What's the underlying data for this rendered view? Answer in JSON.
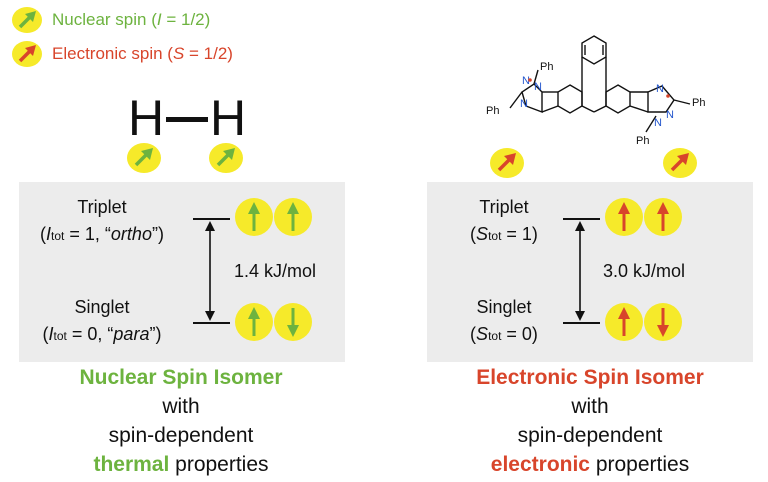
{
  "colors": {
    "green": "#6db33f",
    "red": "#d8452b",
    "yellow": "#f6ea2a",
    "panel": "#ececec"
  },
  "legend": {
    "nuclear_label": "Nuclear spin (",
    "nuclear_sym": "I",
    "nuclear_val": " = 1/2)",
    "electronic_label": "Electronic spin (",
    "electronic_sym": "S",
    "electronic_val": " = 1/2)"
  },
  "left": {
    "molecule_atom": "H",
    "triplet": {
      "name": "Triplet",
      "open": "(",
      "sym": "I",
      "subscript": "tot",
      "rest": " = 1, “",
      "tag": "ortho",
      "close": "”)"
    },
    "singlet": {
      "name": "Singlet",
      "open": "(",
      "sym": "I",
      "subscript": "tot",
      "rest": " = 0, “",
      "tag": "para",
      "close": "”)"
    },
    "gap": "1.4 kJ/mol",
    "caption": {
      "title": "Nuclear Spin Isomer",
      "line2": "with",
      "line3": "spin-dependent",
      "highlight": "thermal",
      "line4_rest": " properties"
    }
  },
  "right": {
    "molecule_labels": {
      "ph": "Ph",
      "n": "N"
    },
    "triplet": {
      "name": "Triplet",
      "open": "(",
      "sym": "S",
      "subscript": "tot",
      "rest": " = 1)"
    },
    "singlet": {
      "name": "Singlet",
      "open": "(",
      "sym": "S",
      "subscript": "tot",
      "rest": " = 0)"
    },
    "gap": "3.0 kJ/mol",
    "caption": {
      "title": "Electronic Spin Isomer",
      "line2": "with",
      "line3": "spin-dependent",
      "highlight": "electronic",
      "line4_rest": " properties"
    }
  }
}
